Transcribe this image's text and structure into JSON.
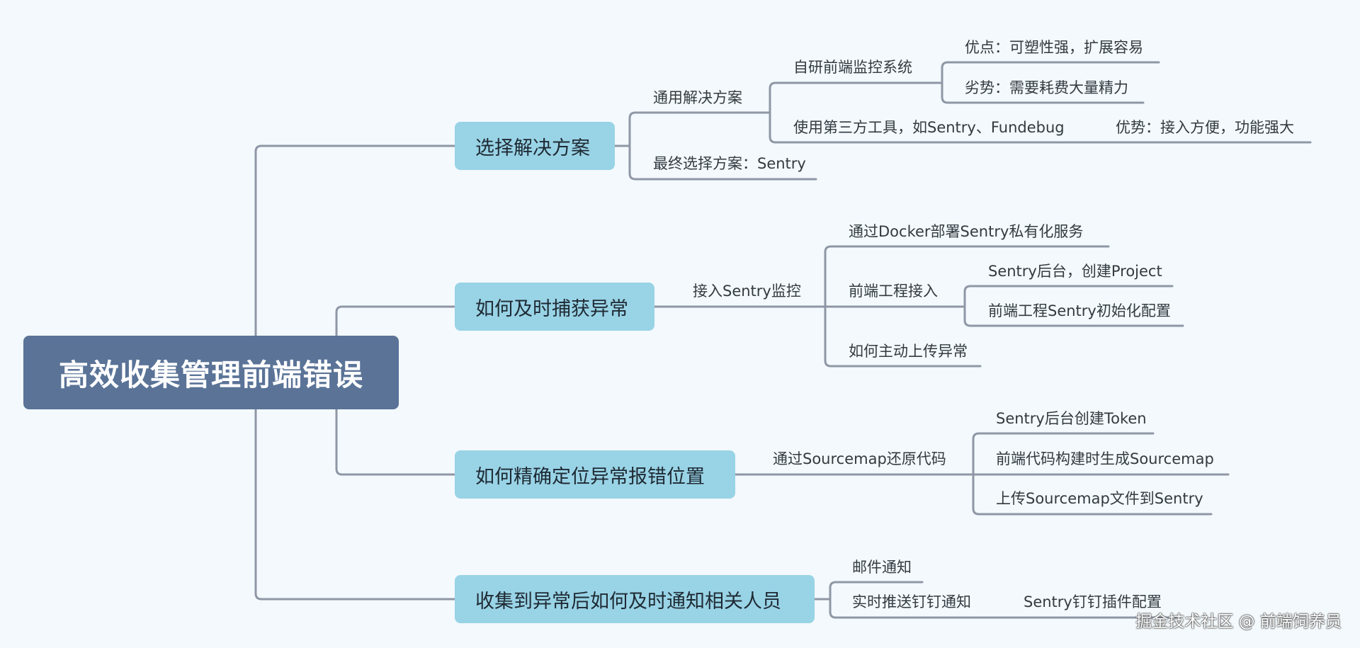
{
  "root": "高效收集管理前端错误",
  "branches": [
    {
      "title": "选择解决方案",
      "items": {
        "general": "通用解决方案",
        "self_built": "自研前端监控系统",
        "self_pros": "优点：可塑性强，扩展容易",
        "self_cons": "劣势：需要耗费大量精力",
        "third_party": "使用第三方工具，如Sentry、Fundebug",
        "third_pros": "优势：接入方便，功能强大",
        "final": "最终选择方案：Sentry"
      }
    },
    {
      "title": "如何及时捕获异常",
      "items": {
        "access": "接入Sentry监控",
        "docker": "通过Docker部署Sentry私有化服务",
        "frontend": "前端工程接入",
        "create_project": "Sentry后台，创建Project",
        "init_config": "前端工程Sentry初始化配置",
        "manual_upload": "如何主动上传异常"
      }
    },
    {
      "title": "如何精确定位异常报错位置",
      "items": {
        "sourcemap": "通过Sourcemap还原代码",
        "token": "Sentry后台创建Token",
        "build": "前端代码构建时生成Sourcemap",
        "upload": "上传Sourcemap文件到Sentry"
      }
    },
    {
      "title": "收集到异常后如何及时通知相关人员",
      "items": {
        "mail": "邮件通知",
        "dingtalk": "实时推送钉钉通知",
        "plugin": "Sentry钉钉插件配置"
      }
    }
  ],
  "watermark": "掘金技术社区 @ 前端饲养员",
  "colors": {
    "background": "#f3f9fc",
    "root": "#5a7397",
    "branch": "#99d3e6",
    "line": "#8f97a6"
  }
}
